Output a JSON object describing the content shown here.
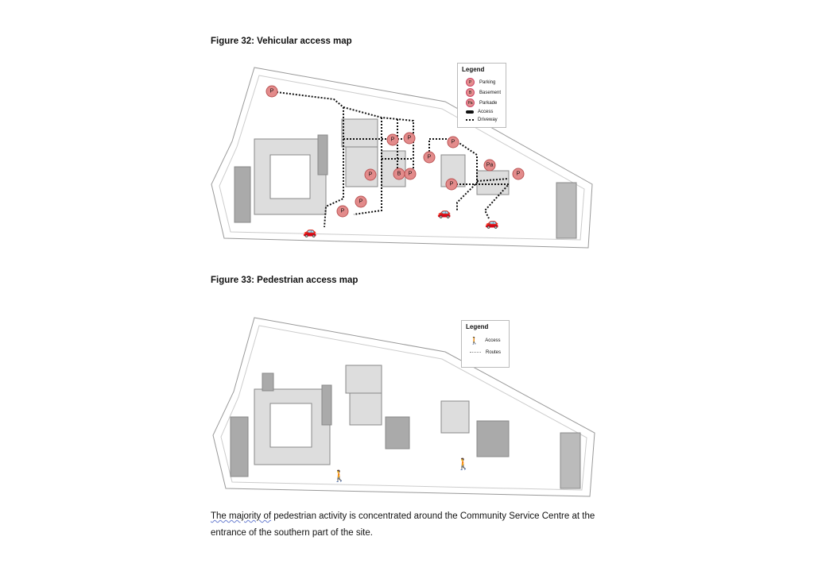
{
  "fig32": {
    "caption": "Figure 32: Vehicular access map",
    "legend": {
      "title": "Legend",
      "items": [
        {
          "symbol": "P",
          "label": "Parking"
        },
        {
          "symbol": "B",
          "label": "Basement"
        },
        {
          "symbol": "Pa",
          "label": "Parkade"
        },
        {
          "symbol": "car-icon",
          "label": "Access"
        },
        {
          "symbol": "dotted-line",
          "label": "Driveway"
        }
      ]
    },
    "markers": [
      "P",
      "P",
      "P",
      "P",
      "P",
      "P",
      "B",
      "P",
      "Pa",
      "P",
      "P",
      "P",
      "P"
    ]
  },
  "fig33": {
    "caption": "Figure 33: Pedestrian access map",
    "legend": {
      "title": "Legend",
      "items": [
        {
          "symbol": "pedestrian-icon",
          "label": "Access"
        },
        {
          "symbol": "dotted-line",
          "label": "Routes"
        }
      ]
    }
  },
  "paragraph": {
    "underlined": "The majority of",
    "rest": " pedestrian activity is concentrated around the Community Service Centre at the entrance of the southern part of the site."
  },
  "colors": {
    "marker": "#e38b8b",
    "building": "#a8a8a8"
  }
}
